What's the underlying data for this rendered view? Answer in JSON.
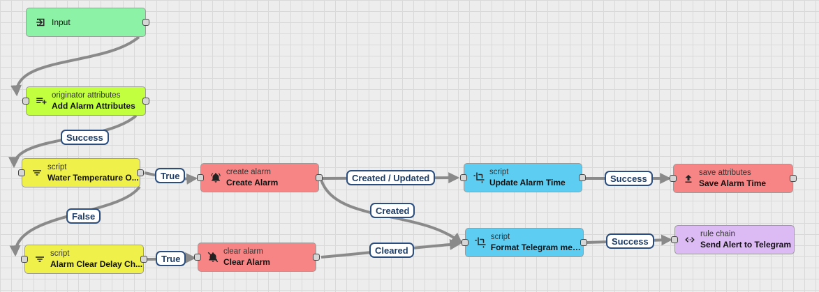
{
  "nodes": {
    "input": {
      "name": "Input",
      "color": "#8cf2a6"
    },
    "add_alarm_attributes": {
      "type": "originator attributes",
      "name": "Add Alarm Attributes",
      "color": "#c2ff3f"
    },
    "water_temperature": {
      "type": "script",
      "name": "Water Temperature O...",
      "color": "#f0f04a"
    },
    "alarm_clear_delay": {
      "type": "script",
      "name": "Alarm Clear Delay Ch...",
      "color": "#f0f04a"
    },
    "create_alarm": {
      "type": "create alarm",
      "name": "Create Alarm",
      "color": "#f78585"
    },
    "clear_alarm": {
      "type": "clear alarm",
      "name": "Clear Alarm",
      "color": "#f78585"
    },
    "update_alarm_time": {
      "type": "script",
      "name": "Update Alarm Time",
      "color": "#5dcdf2"
    },
    "format_telegram": {
      "type": "script",
      "name": "Format Telegram mes...",
      "color": "#5dcdf2"
    },
    "save_alarm_time": {
      "type": "save attributes",
      "name": "Save Alarm Time",
      "color": "#f78585"
    },
    "send_alert": {
      "type": "rule chain",
      "name": "Send Alert to Telegram",
      "color": "#dcbbf4"
    }
  },
  "edge_labels": {
    "success_1": "Success",
    "true_1": "True",
    "false_1": "False",
    "true_2": "True",
    "created_updated": "Created / Updated",
    "created": "Created",
    "cleared": "Cleared",
    "success_2": "Success",
    "success_3": "Success"
  },
  "icons": {
    "input": "login-arrow-icon",
    "add_alarm_attributes": "playlist-add-icon",
    "water_temperature": "filter-icon",
    "alarm_clear_delay": "filter-icon",
    "create_alarm": "alarm-bell-icon",
    "clear_alarm": "bell-off-icon",
    "update_alarm_time": "crop-icon",
    "format_telegram": "crop-icon",
    "save_alarm_time": "upload-icon",
    "send_alert": "code-arrows-icon"
  },
  "edge_color": "#8a8a8a"
}
